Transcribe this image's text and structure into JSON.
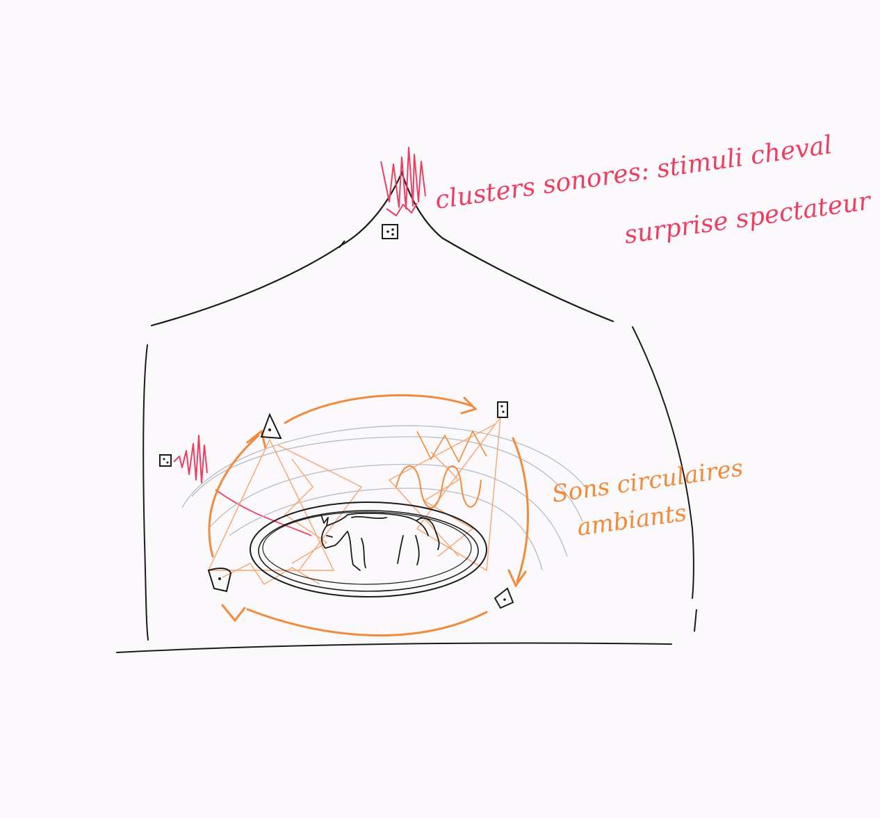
{
  "annotations": {
    "top_line1": "clusters sonores: stimuli cheval",
    "top_line2": "surprise spectateur",
    "right_line1": "Sons circulaires",
    "right_line2": "ambiants"
  },
  "colors": {
    "paper": "#fbf9fc",
    "ink": "#1a1a1a",
    "red": "#ee3d5e",
    "orange": "#f28a3a",
    "pencil": "#b9b9bd"
  }
}
